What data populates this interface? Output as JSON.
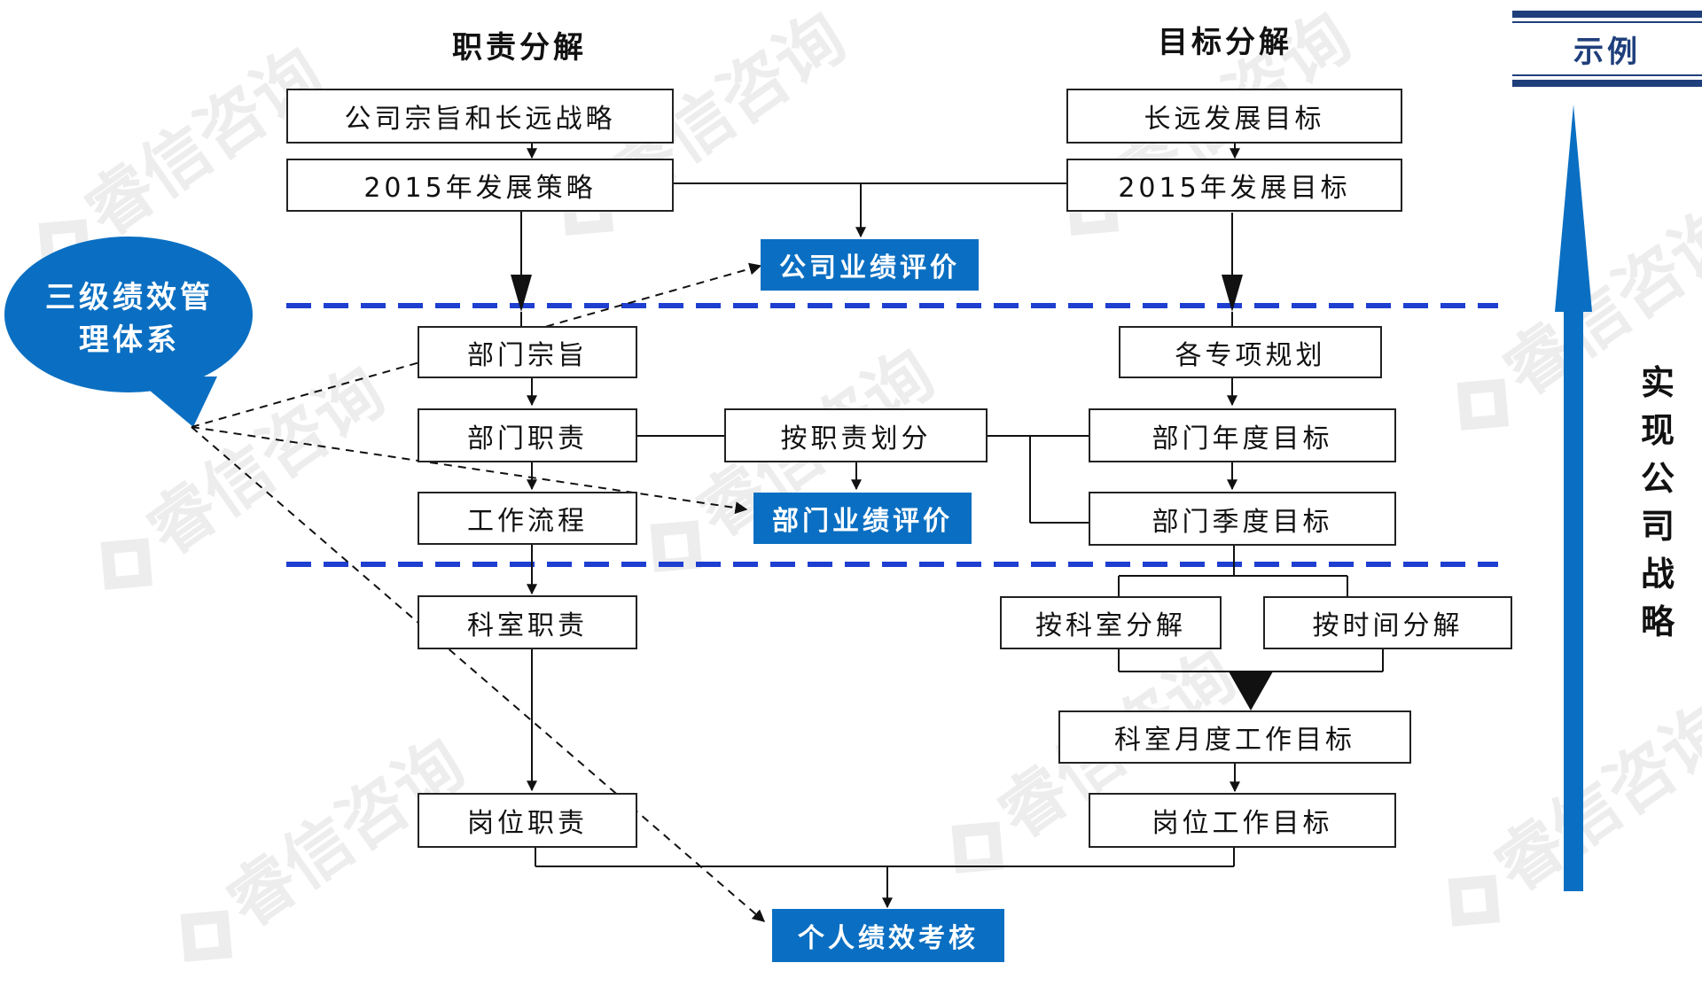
{
  "headers": {
    "left": "职责分解",
    "right": "目标分解"
  },
  "example_label": "示例",
  "side_text": "实现公司战略",
  "bubble_text": "三级绩效管理体系",
  "watermark": "睿信咨询",
  "left_column": {
    "mission": "公司宗旨和长远战略",
    "strategy_2015": "2015年发展策略",
    "dept_mission": "部门宗旨",
    "dept_duty": "部门职责",
    "workflow": "工作流程",
    "section_duty": "科室职责",
    "post_duty": "岗位职责"
  },
  "middle_column": {
    "by_duty": "按职责划分",
    "company_eval": "公司业绩评价",
    "dept_eval": "部门业绩评价",
    "personal_eval": "个人绩效考核"
  },
  "right_column": {
    "long_goal": "长远发展目标",
    "goal_2015": "2015年发展目标",
    "special_plans": "各专项规划",
    "dept_annual": "部门年度目标",
    "dept_quarter": "部门季度目标",
    "by_section": "按科室分解",
    "by_time": "按时间分解",
    "section_monthly": "科室月度工作目标",
    "post_goal": "岗位工作目标"
  },
  "colors": {
    "accent_blue": "#0a6fc2",
    "dash_blue": "#1f3fd0",
    "navy": "#1f3f7c"
  }
}
